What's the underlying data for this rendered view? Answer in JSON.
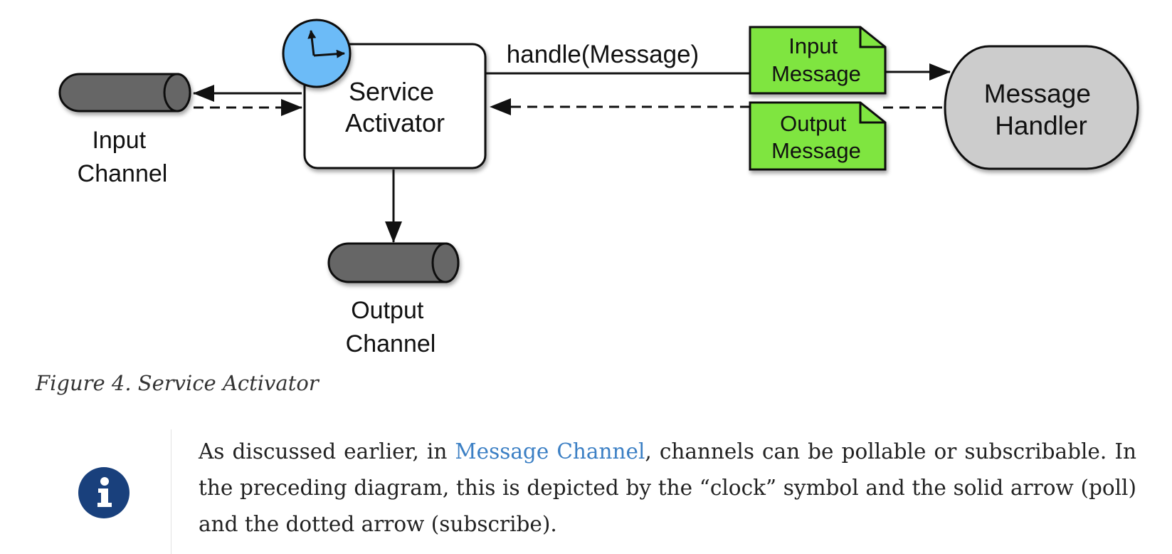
{
  "diagram": {
    "service_activator": [
      "Service",
      "Activator"
    ],
    "handle_label": "handle(Message)",
    "input_message": [
      "Input",
      "Message"
    ],
    "output_message": [
      "Output",
      "Message"
    ],
    "message_handler": [
      "Message",
      "Handler"
    ],
    "input_channel": [
      "Input",
      "Channel"
    ],
    "output_channel": [
      "Output",
      "Channel"
    ],
    "colors": {
      "channel_fill": "#666666",
      "activator_fill": "#ffffff",
      "clock_fill": "#6cbbf7",
      "message_fill": "#7fe53f",
      "handler_fill": "#cccccc"
    }
  },
  "caption": "Figure 4. Service Activator",
  "note": {
    "icon": "info-icon",
    "text_before": "As discussed earlier, in ",
    "link_text": "Message Channel",
    "text_after": ", channels can be pollable or subscribable. In the preceding diagram, this is depicted by the “clock” symbol and the solid arrow (poll) and the dotted arrow (subscribe)."
  }
}
